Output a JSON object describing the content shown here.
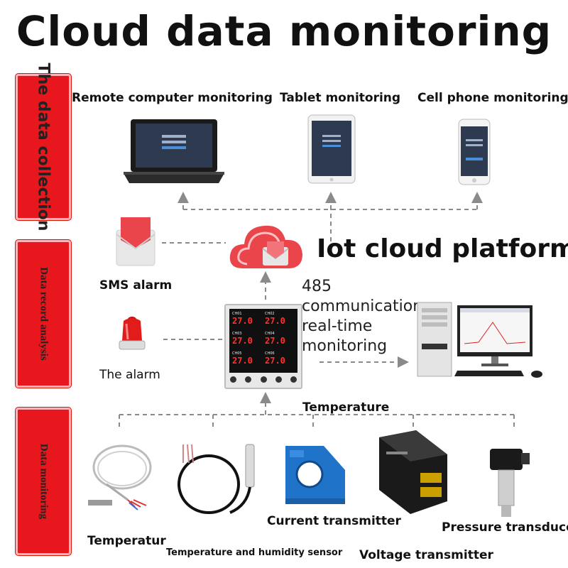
{
  "title": "Cloud data monitoring",
  "side_labels": [
    "The data collection",
    "Data record analysis",
    "Data monitoring"
  ],
  "top_devices": [
    "Remote computer monitoring",
    "Tablet monitoring",
    "Cell phone monitoring"
  ],
  "platform_label": "Iot cloud platform",
  "sms_label": "SMS alarm",
  "alarm_label": "The alarm",
  "comm_text": [
    "485",
    "communication",
    "real-time",
    "monitoring"
  ],
  "bus_label": "Temperature",
  "controller": {
    "channels": [
      "CH01",
      "CH02",
      "CH03",
      "CH04",
      "CH05",
      "CH06"
    ],
    "reading": "27.0"
  },
  "sensors": {
    "temperature": "Temperatur",
    "temp_humidity": "Temperature and humidity sensor",
    "current": "Current transmitter",
    "voltage": "Voltage transmitter",
    "pressure": "Pressure transduce"
  },
  "colors": {
    "side_box": "#e8171d",
    "arrow": "#8a8a8a",
    "cloud": "#e9454b",
    "sensor_blue": "#1f73c8"
  }
}
